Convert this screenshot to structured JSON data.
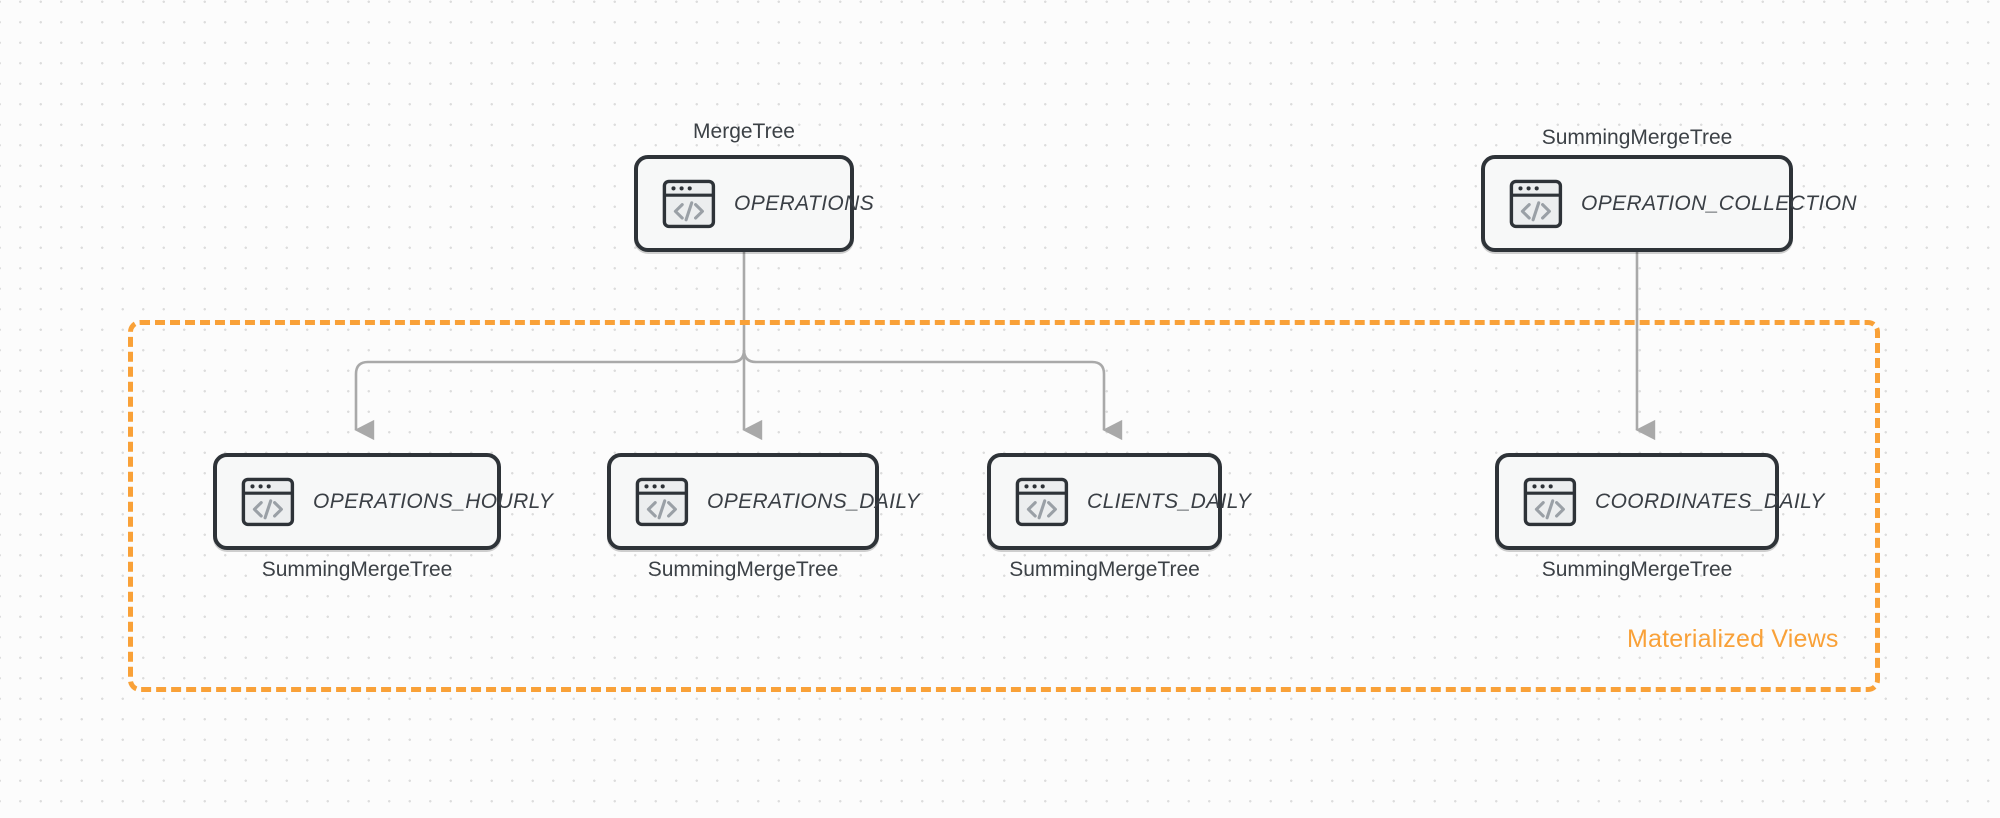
{
  "diagram": {
    "title": "ClickHouse table and materialized view topology",
    "colors": {
      "accent_orange": "#f9a138",
      "node_border": "#2e3338",
      "node_fill": "#f7f8f8",
      "edge_gray": "#a9a9a9",
      "text_dark": "#3a3f45",
      "background": "#fcfcfc",
      "grid_dot": "#dcdcdc"
    },
    "group": {
      "label": "Materialized Views",
      "border_style": "dashed"
    },
    "source_tables": [
      {
        "id": "operations",
        "name": "OPERATIONS",
        "engine": "MergeTree",
        "engine_position": "above",
        "icon": "code-window-icon"
      },
      {
        "id": "operation_collection",
        "name": "OPERATION_COLLECTION",
        "engine": "SummingMergeTree",
        "engine_position": "above",
        "icon": "code-window-icon"
      }
    ],
    "materialized_views": [
      {
        "id": "operations_hourly",
        "name": "OPERATIONS_HOURLY",
        "engine": "SummingMergeTree",
        "engine_position": "below",
        "icon": "code-window-icon"
      },
      {
        "id": "operations_daily",
        "name": "OPERATIONS_DAILY",
        "engine": "SummingMergeTree",
        "engine_position": "below",
        "icon": "code-window-icon"
      },
      {
        "id": "clients_daily",
        "name": "CLIENTS_DAILY",
        "engine": "SummingMergeTree",
        "engine_position": "below",
        "icon": "code-window-icon"
      },
      {
        "id": "coordinates_daily",
        "name": "COORDINATES_DAILY",
        "engine": "SummingMergeTree",
        "engine_position": "below",
        "icon": "code-window-icon"
      }
    ],
    "edges": [
      {
        "from": "operations",
        "to": "operations_hourly",
        "arrow": true
      },
      {
        "from": "operations",
        "to": "operations_daily",
        "arrow": true
      },
      {
        "from": "operations",
        "to": "clients_daily",
        "arrow": true
      },
      {
        "from": "operation_collection",
        "to": "coordinates_daily",
        "arrow": true
      }
    ]
  }
}
